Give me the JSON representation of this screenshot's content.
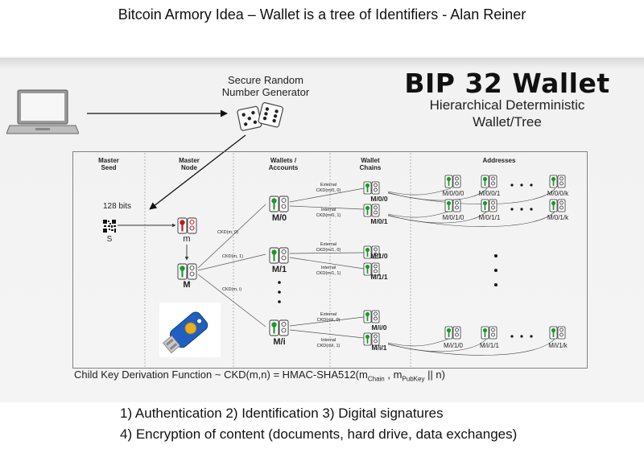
{
  "slide": {
    "title": "Bitcoin Armory Idea – Wallet is a tree of Identifiers - Alan Reiner"
  },
  "header": {
    "rng_label_line1": "Secure Random",
    "rng_label_line2": "Number Generator",
    "bip_title": "BIP 32 Wallet",
    "bip_sub_line1": "Hierarchical Deterministic",
    "bip_sub_line2": "Wallet/Tree"
  },
  "columns": {
    "master_seed_1": "Master",
    "master_seed_2": "Seed",
    "master_node_1": "Master",
    "master_node_2": "Node",
    "wallets_1": "Wallets /",
    "wallets_2": "Accounts",
    "chains_1": "Wallet",
    "chains_2": "Chains",
    "addresses": "Addresses"
  },
  "seed": {
    "bits": "128 bits",
    "label": "S"
  },
  "nodes": {
    "m": "m",
    "M": "M",
    "M0": "M/0",
    "M1": "M/1",
    "Mi": "M/i",
    "M00": "M/0/0",
    "M01": "M/0/1",
    "M10": "M/1/0",
    "M11": "M/1/1",
    "Mi0": "M/i/0",
    "Mi1": "M/i/1"
  },
  "edges": {
    "ckd_m0": "CKD(m, 0)",
    "ckd_m1": "CKD(m, 1)",
    "ckd_mi": "CKD(m, i)",
    "ext": "External",
    "int": "Internal",
    "ckd_m00": "CKD(m/0, 0)",
    "ckd_m01": "CKD(m/0, 1)",
    "ckd_m10": "CKD(m/1, 0)",
    "ckd_m11": "CKD(m/1, 1)",
    "ckd_mi0": "CKD(m/i, 0)",
    "ckd_mi1": "CKD(m/i, 1)"
  },
  "addresses": {
    "a000": "M/0/0/0",
    "a001": "M/0/0/1",
    "a00k": "M/0/0/k",
    "a010": "M/0/1/0",
    "a011": "M/0/1/1",
    "a01k": "M/0/1/k",
    "ai10": "M/i/1/0",
    "ai11": "M/i/1/1",
    "ai1k": "M/i/1/k"
  },
  "formula": {
    "prefix": "Child Key Derivation Function ~  CKD(m,n) = HMAC-SHA512(m",
    "sub1": "Chain",
    "mid": " , m",
    "sub2": "PubKey",
    "suffix": " || n)"
  },
  "usage": {
    "line1": "1) Authentication  2) Identification  3) Digital signatures",
    "line2": "4) Encryption of content (documents, hard drive, data exchanges)"
  },
  "colors": {
    "key_green": "#1a9a2a",
    "key_red": "#c8141e",
    "usb_blue": "#1f5fbf",
    "usb_gold": "#e8b020"
  },
  "icons": {
    "laptop": "laptop-icon",
    "dice": "dice-icon",
    "qr": "qr-code-icon",
    "keypair": "keypair-icon",
    "usbkey": "usb-security-key-icon"
  }
}
